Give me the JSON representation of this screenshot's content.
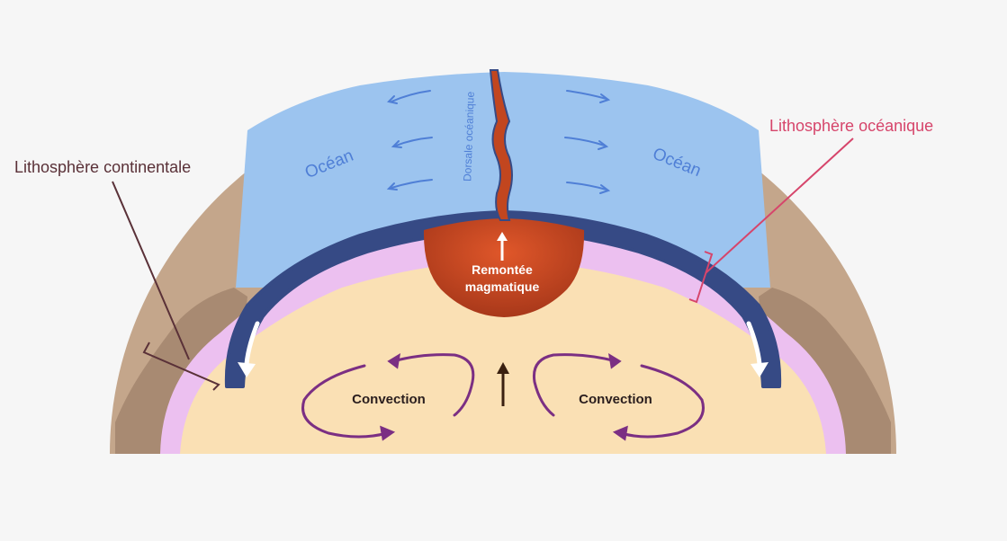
{
  "labels": {
    "continental_lithosphere": "Lithosphère continentale",
    "oceanic_lithosphere": "Lithosphère océanique",
    "ocean_left": "Océan",
    "ocean_right": "Océan",
    "ridge": "Dorsale océanique",
    "magma_line1": "Remontée",
    "magma_line2": "magmatique",
    "convection_left": "Convection",
    "convection_right": "Convection"
  },
  "colors": {
    "background": "#f6f6f6",
    "continent": "#c4a68b",
    "continent_dark": "#a88a72",
    "ocean": "#9cc4ef",
    "ocean_text": "#4f7fd6",
    "oceanic_plate": "#364a85",
    "asthenosphere_pink": "#ecc0f0",
    "mantle": "#fae0b4",
    "magma": "#c2461f",
    "convection": "#7b2f83",
    "continental_label": "#5a3138",
    "oceanic_label": "#d6456b"
  }
}
